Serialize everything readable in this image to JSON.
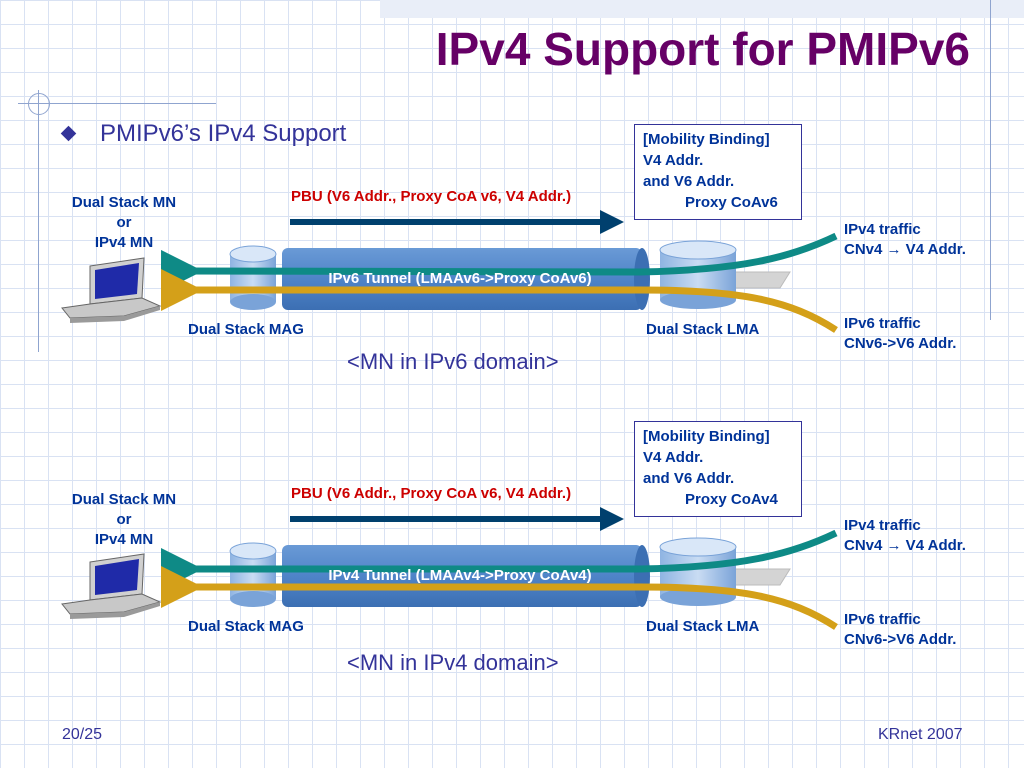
{
  "slide": {
    "title": "IPv4 Support for PMIPv6",
    "bullet": "PMIPv6’s IPv4 Support",
    "footer_left": "20/25",
    "footer_right": "KRnet 2007"
  },
  "colors": {
    "title": "#660066",
    "text": "#003399",
    "pbu": "#cc0000",
    "tunnel": "#5b8fd0",
    "teal_arrow": "#0e8a86",
    "gold_arrow": "#d4a019",
    "pbu_arrow": "#00406e"
  },
  "diagram_top": {
    "mn_label_lines": [
      "Dual Stack MN",
      "or",
      "IPv4 MN"
    ],
    "pbu_label": "PBU (V6 Addr., Proxy CoA v6, V4 Addr.)",
    "tunnel_label": "IPv6 Tunnel (LMAAv6->Proxy CoAv6)",
    "mag_label": "Dual Stack MAG",
    "lma_label": "Dual Stack LMA",
    "binding": {
      "header": "[Mobility Binding]",
      "line1": "V4 Addr.",
      "line2": "and V6 Addr.",
      "proxy": "Proxy CoAv6"
    },
    "ipv4_traffic": [
      "IPv4 traffic",
      "CNv4 → V4 Addr."
    ],
    "ipv6_traffic": [
      "IPv6 traffic",
      "CNv6->V6 Addr."
    ],
    "domain_label": "<MN in IPv6 domain>"
  },
  "diagram_bottom": {
    "mn_label_lines": [
      "Dual Stack MN",
      "or",
      "IPv4 MN"
    ],
    "pbu_label": "PBU (V6 Addr., Proxy CoA v6, V4 Addr.)",
    "tunnel_label": "IPv4 Tunnel (LMAAv4->Proxy CoAv4)",
    "mag_label": "Dual Stack MAG",
    "lma_label": "Dual Stack LMA",
    "binding": {
      "header": "[Mobility Binding]",
      "line1": "V4 Addr.",
      "line2": "and V6 Addr.",
      "proxy": "Proxy CoAv4"
    },
    "ipv4_traffic": [
      "IPv4 traffic",
      "CNv4 → V4 Addr."
    ],
    "ipv6_traffic": [
      "IPv6 traffic",
      "CNv6->V6 Addr."
    ],
    "domain_label": "<MN in IPv4 domain>"
  }
}
